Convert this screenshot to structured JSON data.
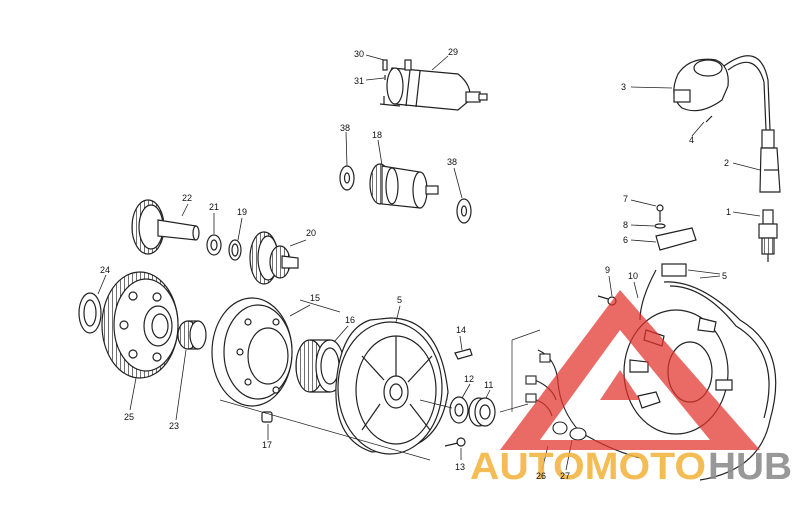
{
  "diagram": {
    "part_numbers": {
      "p1": "1",
      "p2": "2",
      "p3": "3",
      "p4": "4",
      "p5a": "5",
      "p5b": "5",
      "p6": "6",
      "p7": "7",
      "p8": "8",
      "p9": "9",
      "p10": "10",
      "p11": "11",
      "p12": "12",
      "p13": "13",
      "p14": "14",
      "p15": "15",
      "p16": "16",
      "p17": "17",
      "p18": "18",
      "p19": "19",
      "p20": "20",
      "p21": "21",
      "p22": "22",
      "p23": "23",
      "p24": "24",
      "p25": "25",
      "p26": "26",
      "p27": "27",
      "p29": "29",
      "p30": "30",
      "p31": "31",
      "p38a": "38",
      "p38b": "38"
    }
  },
  "watermark": {
    "part1": "AUTOMOTO",
    "part2": "HUB",
    "orange": "#f2b33d",
    "gray": "#8d8d8d",
    "red": "#e2322a"
  }
}
